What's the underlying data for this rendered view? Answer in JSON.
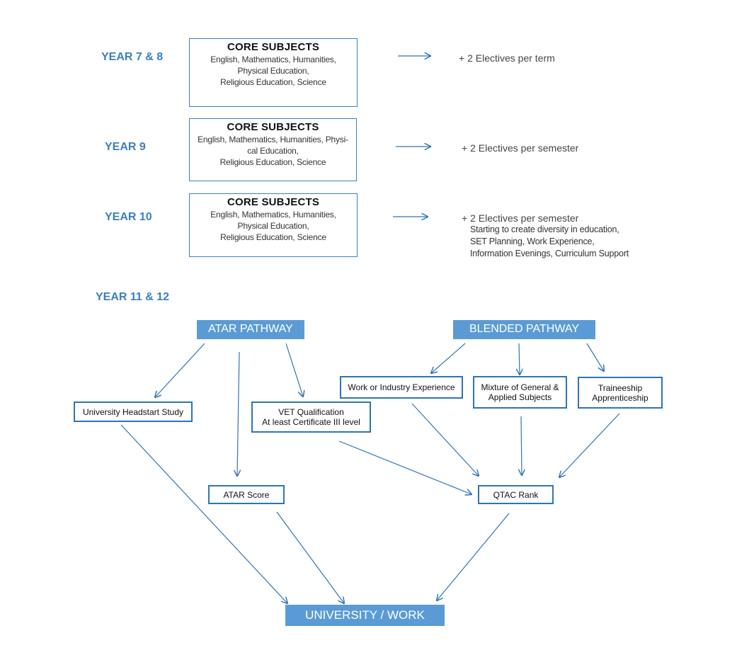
{
  "years": {
    "y78": "YEAR 7 & 8",
    "y9": "YEAR 9",
    "y10": "YEAR 10",
    "y1112": "YEAR 11 & 12"
  },
  "core": {
    "y78": {
      "title": "CORE SUBJECTS",
      "lines": [
        "English, Mathematics, Humanities,",
        "Physical Education,",
        "Religious Education, Science"
      ]
    },
    "y9": {
      "title": "CORE SUBJECTS",
      "lines": [
        "English, Mathematics, Humanities, Physi-",
        "cal Education,",
        "Religious Education, Science"
      ]
    },
    "y10": {
      "title": "CORE SUBJECTS",
      "lines": [
        "English, Mathematics, Humanities,",
        "Physical Education,",
        "Religious Education, Science"
      ]
    }
  },
  "electives": {
    "y78": "+ 2 Electives per term",
    "y9": "+ 2 Electives per semester",
    "y10": "+ 2 Electives per semester",
    "y10_notes": [
      "Starting to create diversity in education,",
      "SET Planning, Work Experience,",
      "Information Evenings, Curriculum Support"
    ]
  },
  "pathways": {
    "atar": "ATAR PATHWAY",
    "blended": "BLENDED PATHWAY"
  },
  "boxes": {
    "headstart": "University Headstart Study",
    "vet": [
      "VET Qualification",
      "At least Certificate III level"
    ],
    "work_exp": "Work or Industry Experience",
    "mixture": [
      "Mixture of General &",
      "Applied Subjects"
    ],
    "trainee": [
      "Traineeship",
      "Apprenticeship"
    ],
    "atar_score": "ATAR Score",
    "qtac": "QTAC Rank"
  },
  "destination": "UNIVERSITY / WORK",
  "colors": {
    "year_text": "#3a80c0",
    "pathway_fill": "#5b9bd5",
    "box_border": "#2e75b6",
    "arrow": "#2e75b6"
  }
}
